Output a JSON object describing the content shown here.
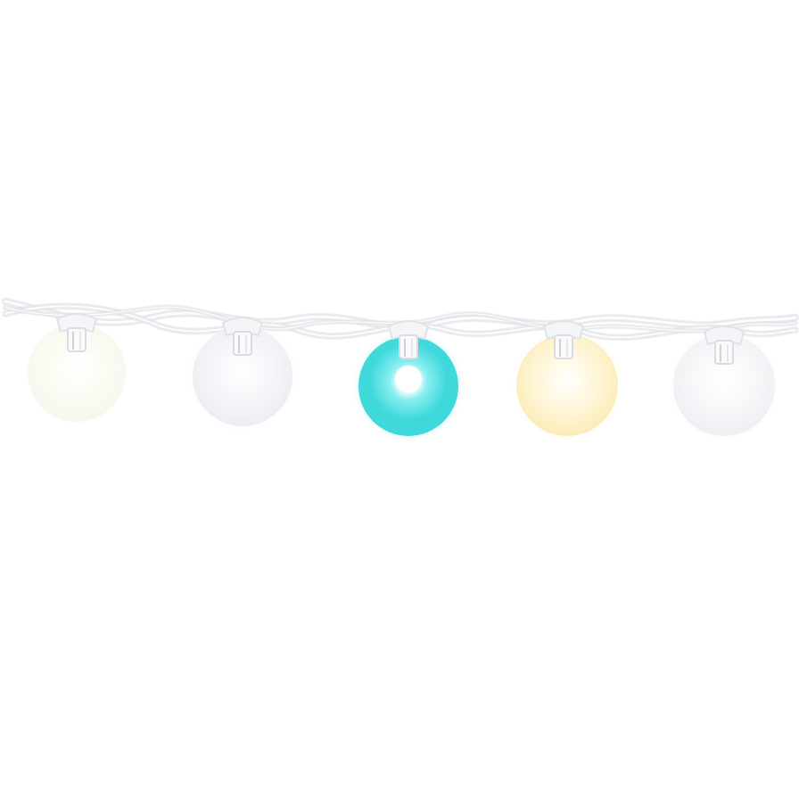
{
  "background": "#ffffff",
  "wire_color": "#e6e8ec",
  "bulbs": [
    {
      "name": "bulb-1",
      "color": "#f7f7ee",
      "glow": "#fbfbf4",
      "lit": false
    },
    {
      "name": "bulb-2",
      "color": "#ececf2",
      "glow": "#f6f6fa",
      "lit": false
    },
    {
      "name": "bulb-3",
      "color": "#3fd9dc",
      "glow": "#8beef0",
      "lit": true
    },
    {
      "name": "bulb-4",
      "color": "#fbecb8",
      "glow": "#fff6d8",
      "lit": false
    },
    {
      "name": "bulb-5",
      "color": "#eeeff2",
      "glow": "#f7f8fa",
      "lit": false
    }
  ]
}
